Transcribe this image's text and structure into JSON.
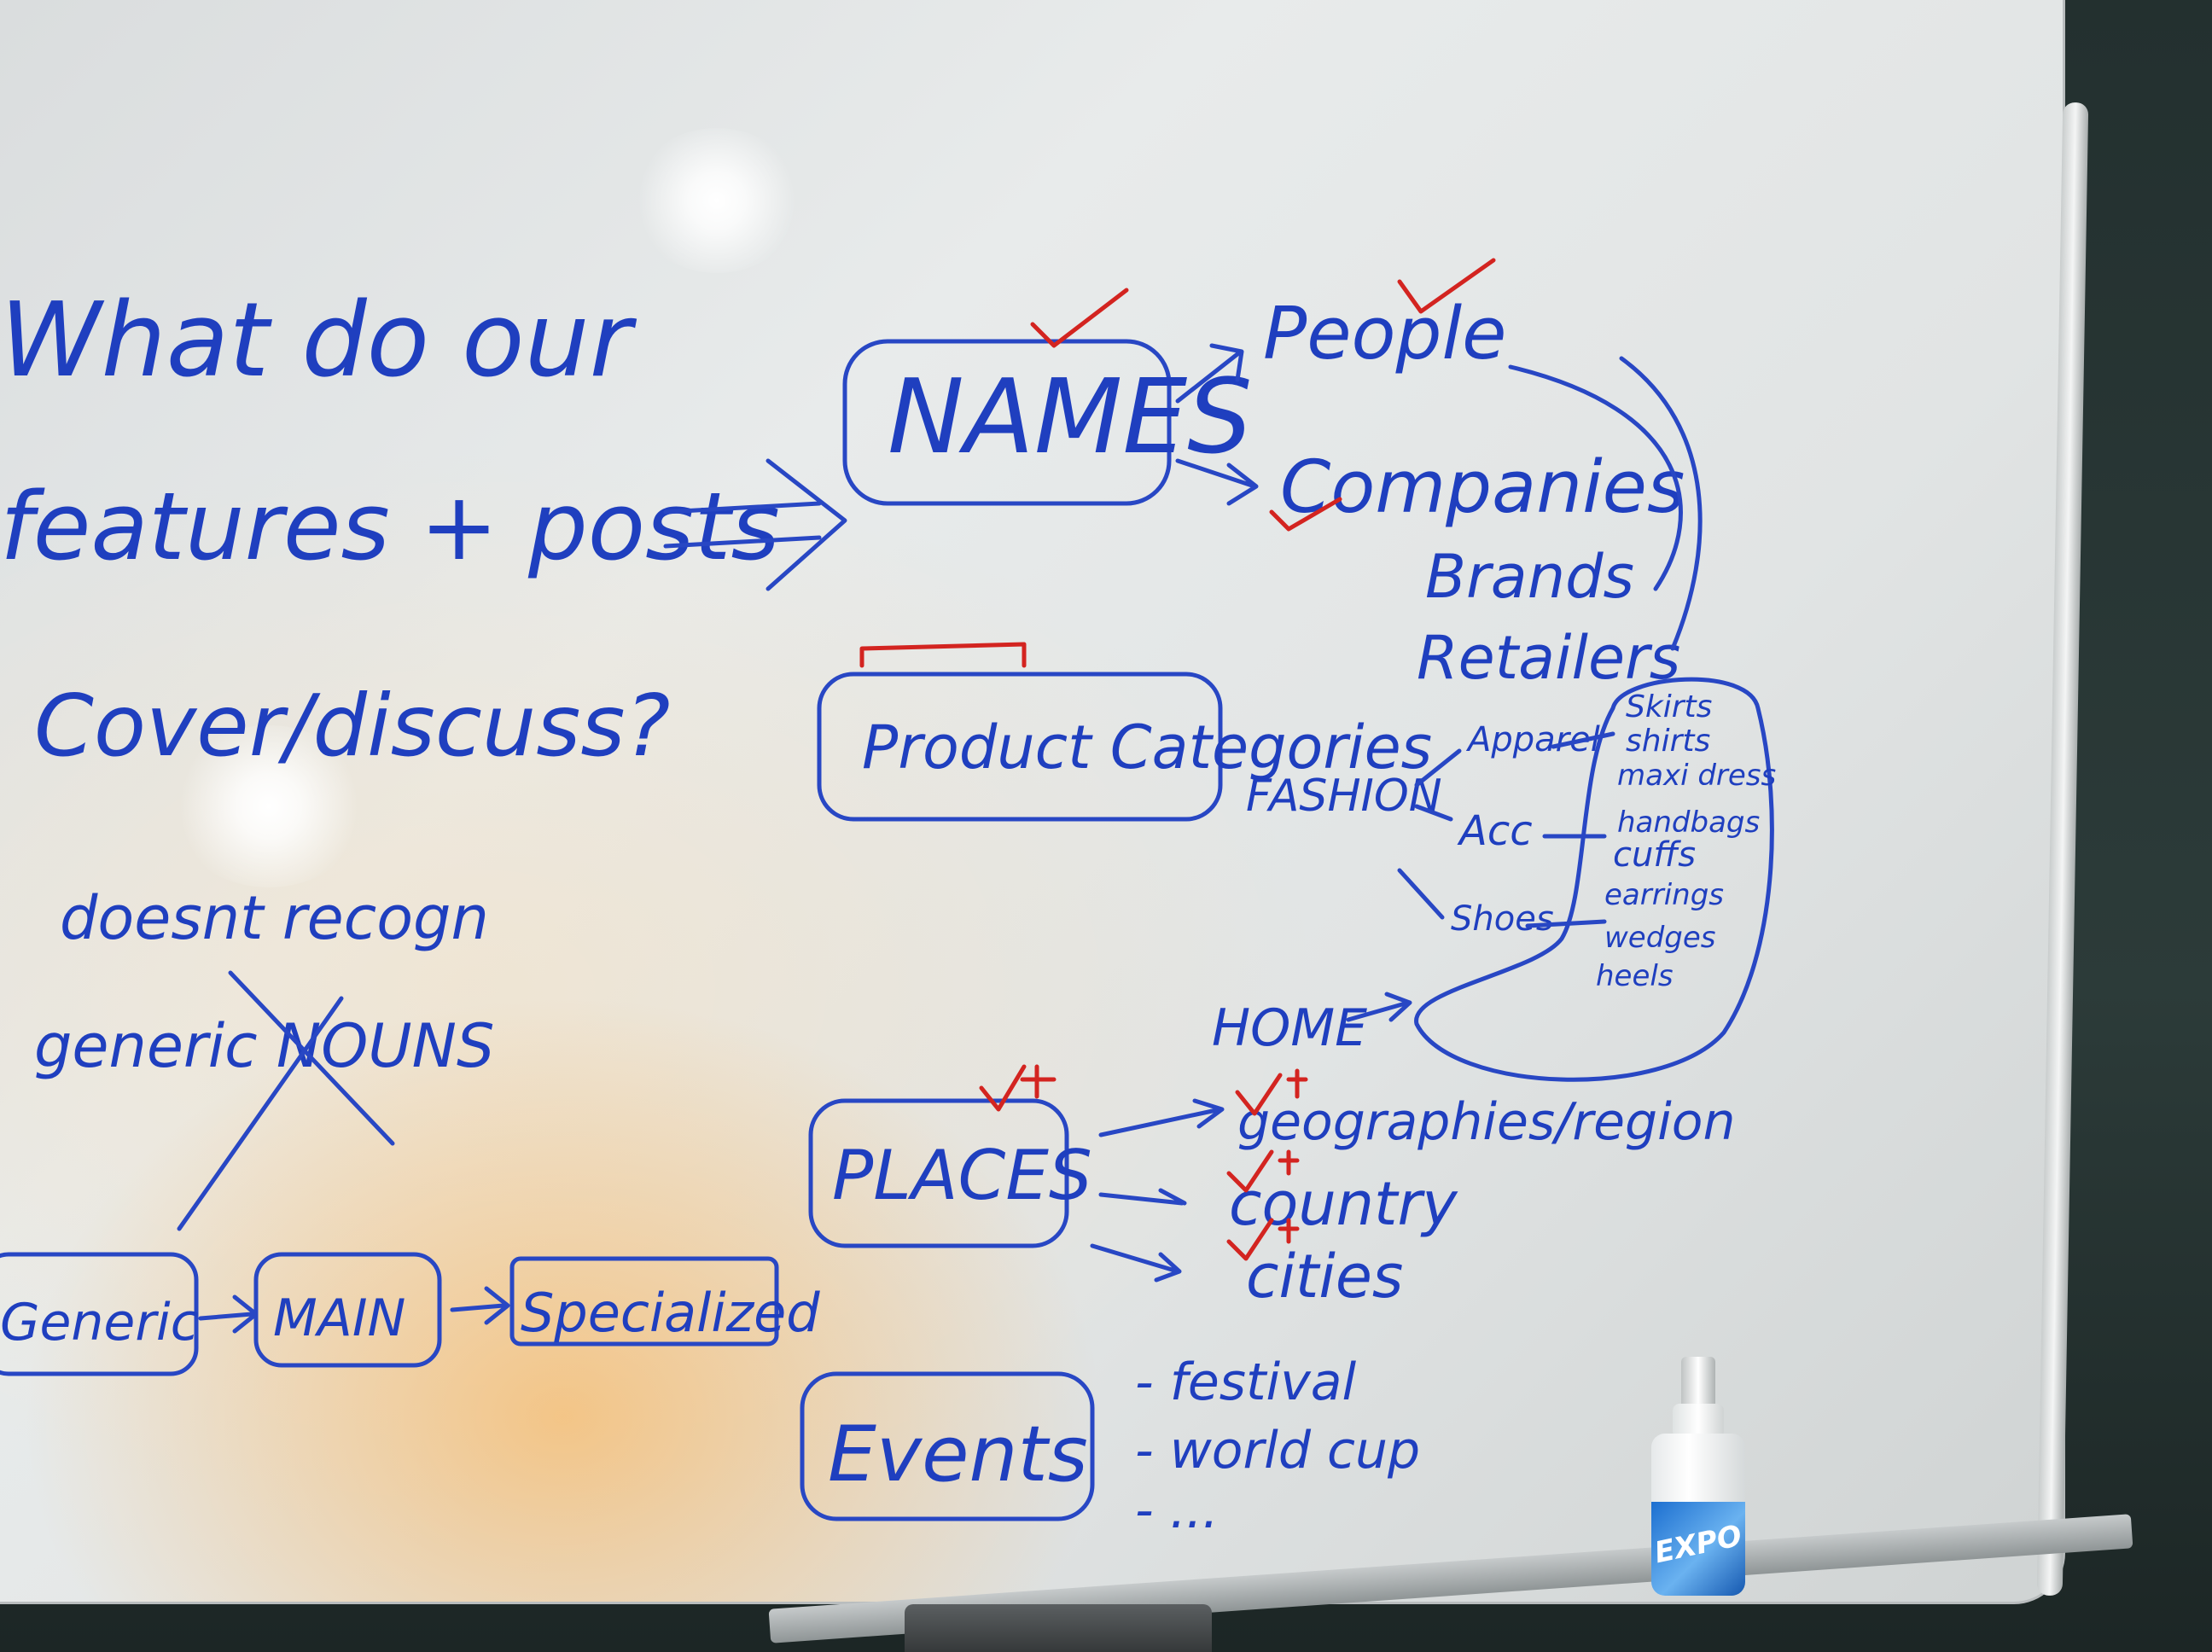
{
  "whiteboard": {
    "question": [
      "What do our",
      "features + posts",
      "Cover/discuss?"
    ],
    "side_note": [
      "doesnt recogn",
      "generic NOUNS"
    ],
    "flow": [
      "Generic",
      "MAIN",
      "Specialized"
    ],
    "categories": {
      "names": "NAMES",
      "people": "People",
      "companies": "Companies",
      "brands": "Brands",
      "retailers": "Retailers",
      "product_categories": "Product Categories",
      "fashion": "FASHION",
      "apparel": "Apparel",
      "accessories": "Acc",
      "shoes": "Shoes",
      "apparel_items": [
        "Skirts",
        "shirts",
        "maxi dress"
      ],
      "accessory_items": [
        "handbags",
        "cuffs",
        "earrings"
      ],
      "shoe_items": [
        "wedges",
        "heels"
      ],
      "home": "HOME",
      "places": "PLACES",
      "geographies": "geographies/region",
      "country": "country",
      "cities": "cities",
      "events": "Events",
      "event_items": [
        "- festival",
        "- world cup",
        "- ..."
      ]
    }
  },
  "bottle_brand": "EXPO",
  "colors": {
    "marker_blue": "#1f3fbf",
    "marker_red": "#d32420"
  }
}
